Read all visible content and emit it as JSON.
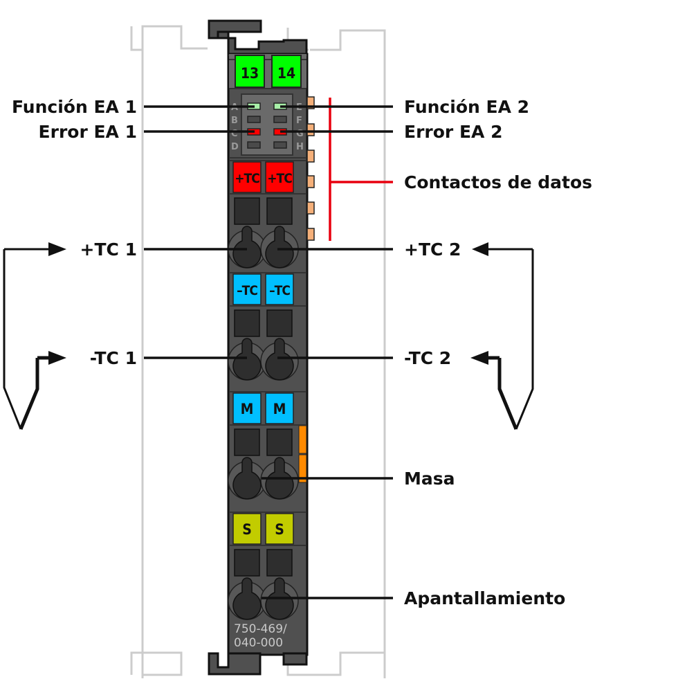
{
  "module": {
    "part_number_line1": "750-469/",
    "part_number_line2": "040-000",
    "channel_markers": [
      "13",
      "14"
    ],
    "led_letters_left": [
      "A",
      "B",
      "C",
      "D"
    ],
    "led_letters_right": [
      "E",
      "F",
      "G",
      "H"
    ],
    "terminal_tags": [
      {
        "row": "plus_tc",
        "labels": [
          "+TC",
          "+TC"
        ],
        "color": "#ff0000"
      },
      {
        "row": "minus_tc",
        "labels": [
          "–TC",
          "–TC"
        ],
        "color": "#00bfff"
      },
      {
        "row": "masa",
        "labels": [
          "M",
          "M"
        ],
        "color": "#00bfff"
      },
      {
        "row": "shield",
        "labels": [
          "S",
          "S"
        ],
        "color": "#c2cc00"
      }
    ],
    "colors": {
      "housing": "#505050",
      "marker_green": "#00ff00",
      "led_green": "#a8f0a8",
      "led_red": "#ff0000",
      "data_contact": "#f5b07a",
      "power_jumper": "#ff8a00",
      "rail": "#cccccc",
      "data_bracket": "#e8000f"
    }
  },
  "labels": {
    "funcion_ea1": "Función EA 1",
    "error_ea1": "Error EA 1",
    "funcion_ea2": "Función EA 2",
    "error_ea2": "Error EA 2",
    "contactos_datos": "Contactos de datos",
    "plus_tc1": "+TC 1",
    "minus_tc1": "-TC 1",
    "plus_tc2": "+TC 2",
    "minus_tc2": "-TC 2",
    "masa": "Masa",
    "apantallamiento": "Apantallamiento"
  }
}
